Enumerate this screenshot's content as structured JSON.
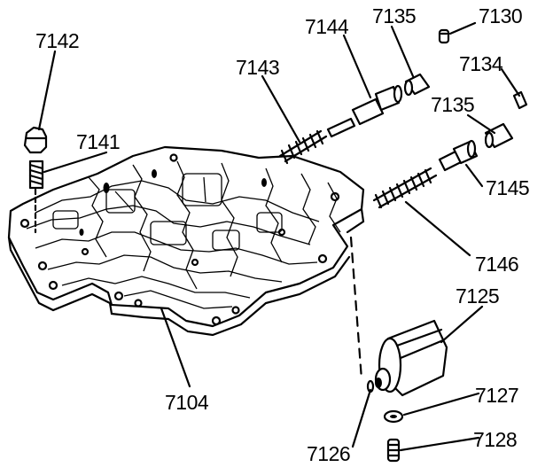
{
  "parts": [
    {
      "id": "p7142",
      "number": "7142"
    },
    {
      "id": "p7141",
      "number": "7141"
    },
    {
      "id": "p7143",
      "number": "7143"
    },
    {
      "id": "p7144",
      "number": "7144"
    },
    {
      "id": "p7135a",
      "number": "7135"
    },
    {
      "id": "p7130",
      "number": "7130"
    },
    {
      "id": "p7134",
      "number": "7134"
    },
    {
      "id": "p7135b",
      "number": "7135"
    },
    {
      "id": "p7145",
      "number": "7145"
    },
    {
      "id": "p7146",
      "number": "7146"
    },
    {
      "id": "p7125",
      "number": "7125"
    },
    {
      "id": "p7104",
      "number": "7104"
    },
    {
      "id": "p7127",
      "number": "7127"
    },
    {
      "id": "p7126",
      "number": "7126"
    },
    {
      "id": "p7128",
      "number": "7128"
    }
  ]
}
